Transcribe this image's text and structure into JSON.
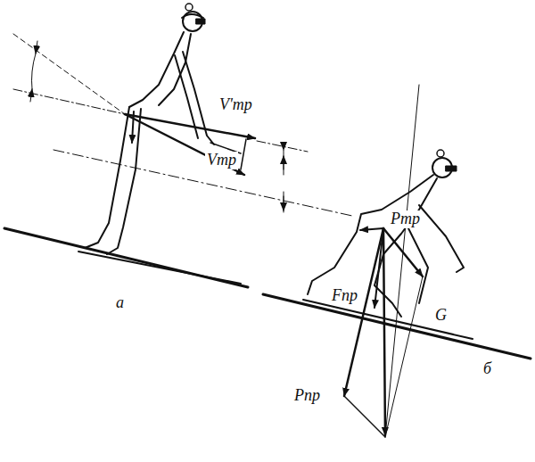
{
  "diagram": {
    "labels": [
      "V'тр",
      "Vтр",
      "Pтр",
      "а",
      "Fпр",
      "G",
      "Pпр",
      "б"
    ]
  }
}
